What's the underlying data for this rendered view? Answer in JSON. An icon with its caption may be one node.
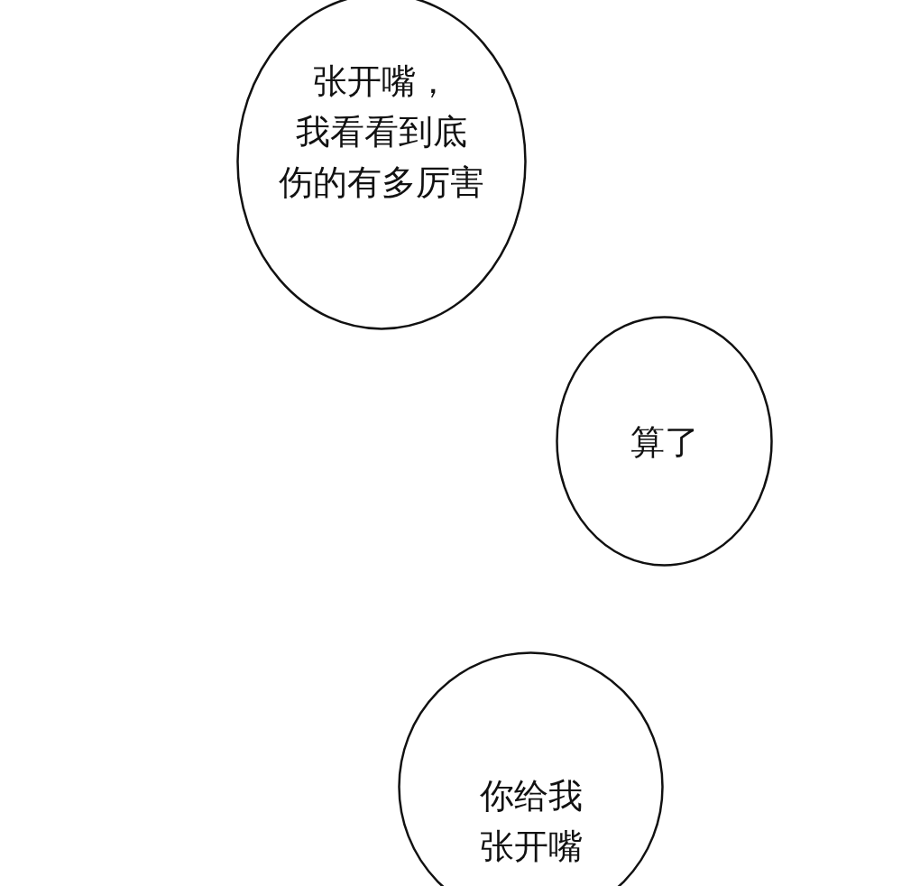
{
  "diagram": {
    "nodes": [
      {
        "text": [
          "张开嘴，我看看到底伤的有多厉害"
        ]
      },
      {
        "text": [
          "算了"
        ]
      },
      {
        "text": [
          "你给我张开嘴"
        ]
      }
    ]
  }
}
